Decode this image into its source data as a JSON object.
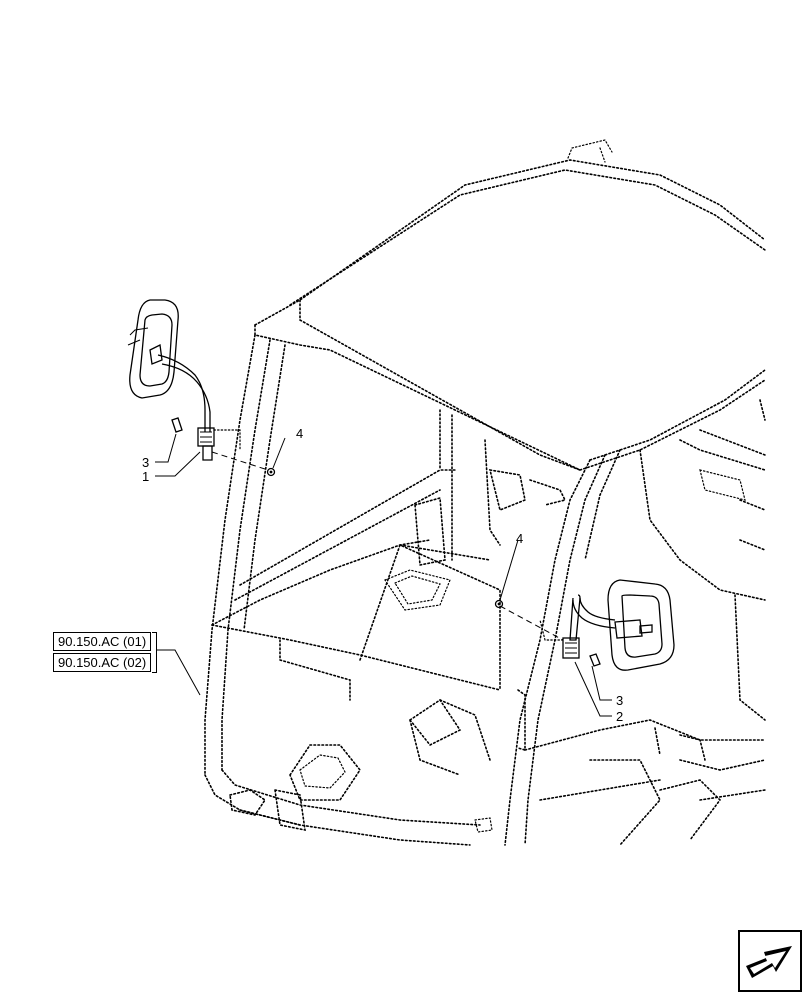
{
  "diagram": {
    "callouts": [
      {
        "id": "c1",
        "label": "1"
      },
      {
        "id": "c2",
        "label": "2"
      },
      {
        "id": "c3a",
        "label": "3"
      },
      {
        "id": "c3b",
        "label": "3"
      },
      {
        "id": "c4a",
        "label": "4"
      },
      {
        "id": "c4b",
        "label": "4"
      }
    ],
    "references": [
      {
        "label": "90.150.AC (01)"
      },
      {
        "label": "90.150.AC (02)"
      }
    ],
    "nav_icon": "next-page-arrow-icon"
  }
}
